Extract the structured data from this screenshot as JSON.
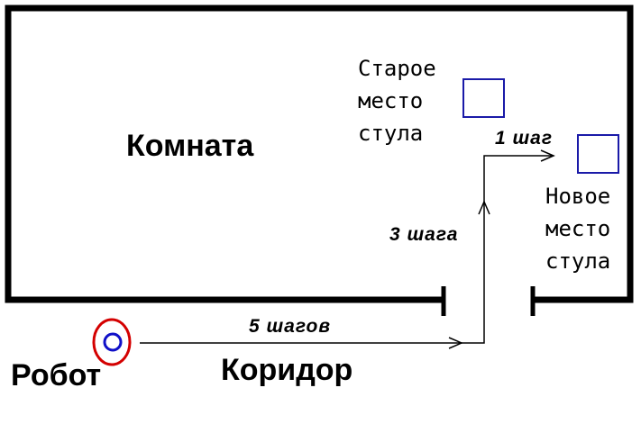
{
  "labels": {
    "room": "Комната",
    "corridor": "Коридор",
    "robot": "Робот",
    "old_place": [
      "Старое",
      "место",
      "стула"
    ],
    "new_place": [
      "Новое",
      "место",
      "стула"
    ],
    "steps_5": "5 шагов",
    "steps_3": "3 шага",
    "steps_1": "1 шаг"
  },
  "colors": {
    "line": "#000000",
    "chair": "#1a1aa8",
    "robot_outer": "#d40000",
    "robot_inner": "#1010c8",
    "background": "#ffffff"
  }
}
